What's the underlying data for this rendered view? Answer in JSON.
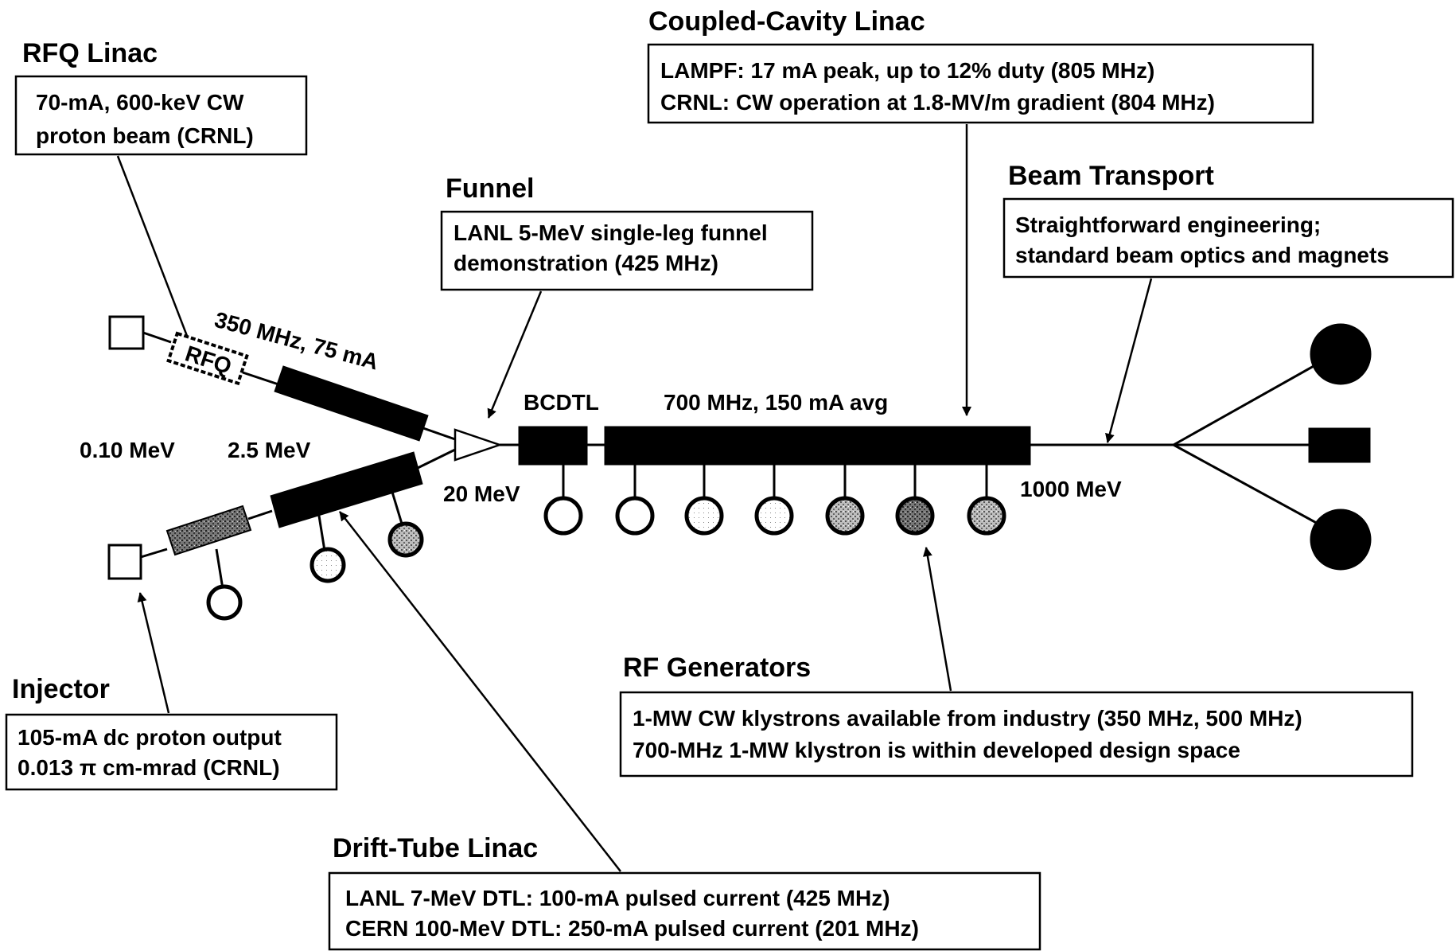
{
  "rfq_linac": {
    "title": "RFQ Linac",
    "lines": [
      "70-mA, 600-keV CW",
      "proton beam (CRNL)"
    ]
  },
  "coupled_cavity_linac": {
    "title": "Coupled-Cavity Linac",
    "lines": [
      "LAMPF:  17 mA peak, up to 12% duty  (805 MHz)",
      "CRNL:  CW operation at 1.8-MV/m gradient (804 MHz)"
    ]
  },
  "funnel": {
    "title": "Funnel",
    "lines": [
      "LANL 5-MeV single-leg funnel",
      "demonstration (425 MHz)"
    ]
  },
  "beam_transport": {
    "title": "Beam Transport",
    "lines": [
      "Straightforward engineering;",
      "standard beam optics and magnets"
    ]
  },
  "injector": {
    "title": "Injector",
    "lines": [
      "105-mA dc proton output",
      "0.013 π cm-mrad (CRNL)"
    ]
  },
  "rf_generators": {
    "title": "RF Generators",
    "lines": [
      "1-MW CW klystrons available from industry (350 MHz, 500 MHz)",
      "700-MHz 1-MW klystron is within developed design space"
    ]
  },
  "drift_tube_linac": {
    "title": "Drift-Tube Linac",
    "lines": [
      "LANL 7-MeV DTL:  100-mA pulsed current (425 MHz)",
      "CERN 100-MeV DTL:  250-mA pulsed current (201 MHz)"
    ]
  },
  "labels": {
    "front_end": "350 MHz, 75 mA",
    "rfq": "RFQ",
    "injector_energy": "0.10 MeV",
    "rfq_energy": "2.5 MeV",
    "funnel_energy": "20 MeV",
    "bcdtl": "BCDTL",
    "main_linac": "700 MHz, 150 mA avg",
    "final_energy": "1000 MeV"
  }
}
